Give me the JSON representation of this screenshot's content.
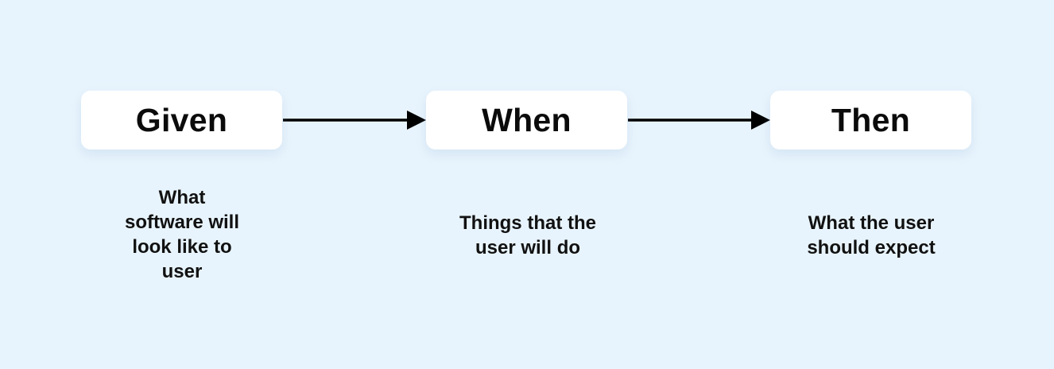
{
  "background_color": "#e8f4fd",
  "steps": [
    {
      "label": "Given",
      "description_lines": [
        "What",
        "software will",
        "look like to",
        "user"
      ]
    },
    {
      "label": "When",
      "description_lines": [
        "Things that the",
        "user will do"
      ]
    },
    {
      "label": "Then",
      "description_lines": [
        "What the user",
        "should expect"
      ]
    }
  ],
  "arrow_color": "#000000"
}
